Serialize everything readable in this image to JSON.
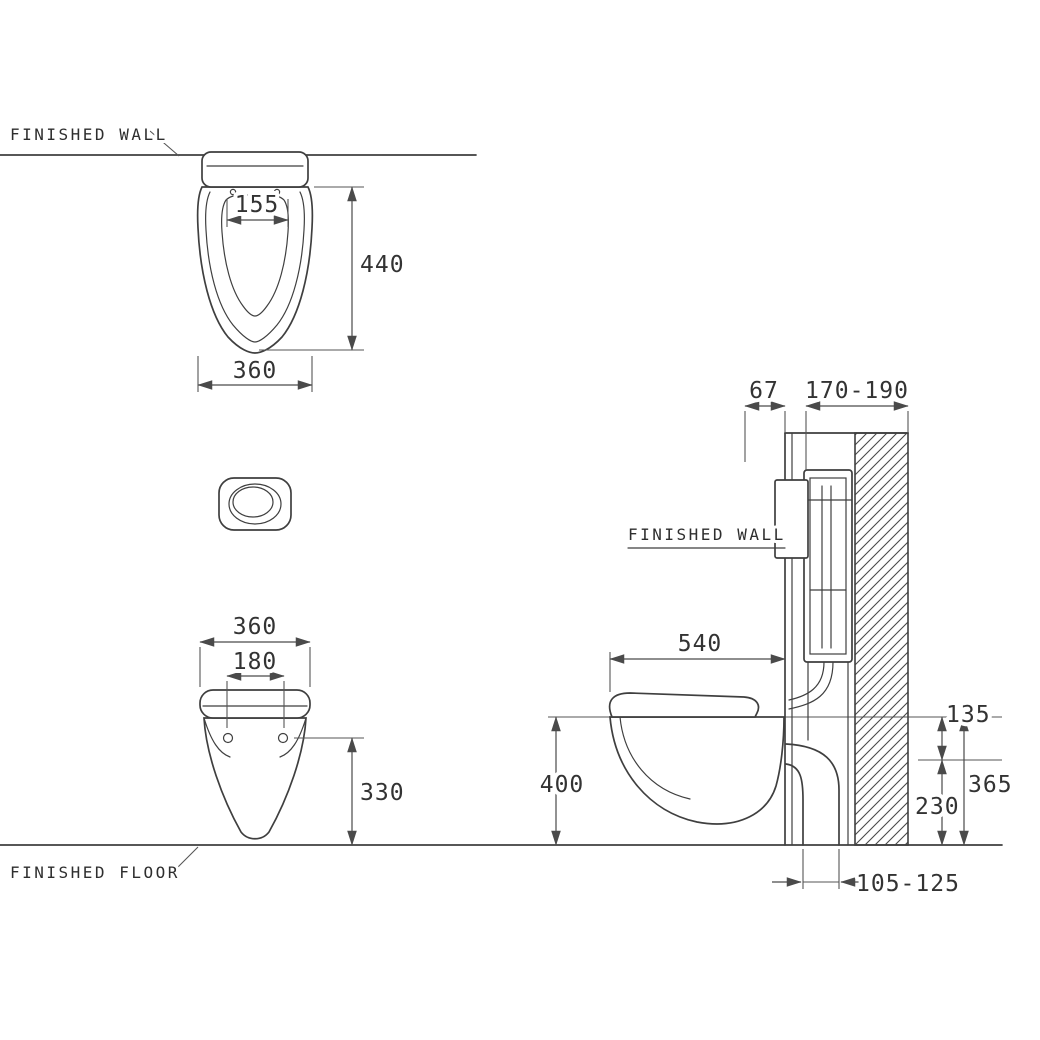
{
  "title": "Wall-hung toilet installation dimension drawing",
  "colors": {
    "line": "#3f3f3f",
    "text": "#333333",
    "background": "#ffffff"
  },
  "labels": {
    "finished_wall_top": "FINISHED WALL",
    "finished_wall_side": "FINISHED WALL",
    "finished_floor": "FINISHED FLOOR"
  },
  "plan_view": {
    "hinge_width": "155",
    "depth": "440",
    "width": "360"
  },
  "front_view": {
    "width": "360",
    "bolt_spacing": "180",
    "mount_height": "330"
  },
  "side_view": {
    "frame_offset": "67",
    "frame_depth_range": "170-190",
    "bowl_projection": "540",
    "rim_height": "400",
    "rim_to_outlet": "135",
    "rim_to_floor": "365",
    "outlet_height": "230",
    "drain_offset_range": "105-125"
  }
}
